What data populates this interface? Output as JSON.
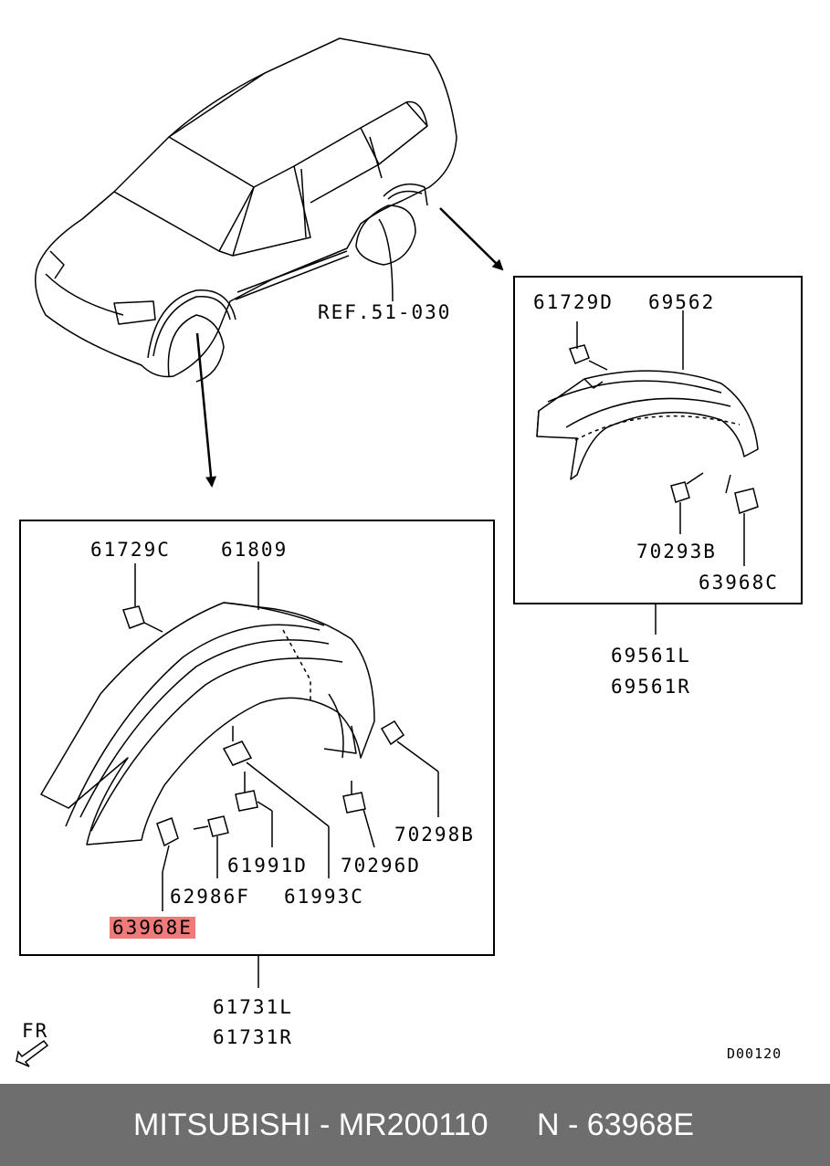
{
  "labels": {
    "ref": "REF.51-030",
    "front": {
      "clip_top": "61729C",
      "liner": "61809",
      "screw": "61991D",
      "nut": "61993C",
      "bolt_right": "70296D",
      "clip_right": "70298B",
      "bolt_left": "62986F",
      "nut_highlight": "63968E",
      "assy_l": "61731L",
      "assy_r": "61731R"
    },
    "rear": {
      "clip_top": "61729D",
      "liner": "69562",
      "screw": "70293B",
      "nut": "63968C",
      "assy_l": "69561L",
      "assy_r": "69561R"
    },
    "fr": "FR",
    "diagram_code": "D00120"
  },
  "footer": {
    "brand_part": "MITSUBISHI - MR200110",
    "ref_code": "N - 63968E"
  },
  "colors": {
    "highlight": "#ee7b79",
    "footer_bg": "#6e6e6e"
  }
}
